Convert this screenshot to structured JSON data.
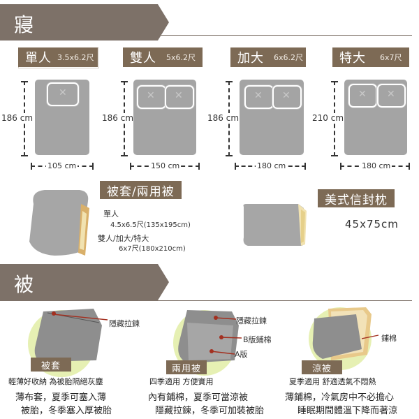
{
  "section1": {
    "title": "寢具尺寸表"
  },
  "beds": [
    {
      "name": "單人",
      "size": "3.5x6.2尺",
      "height": "186 cm",
      "width": "105 cm"
    },
    {
      "name": "雙人",
      "size": "5x6.2尺",
      "height": "186 cm",
      "width": "150 cm"
    },
    {
      "name": "加大",
      "size": "6x6.2尺",
      "height": "186 cm",
      "width": "180 cm"
    },
    {
      "name": "特大",
      "size": "6x7尺",
      "height": "210 cm",
      "width": "180 cm"
    }
  ],
  "duvet": {
    "title": "被套/兩用被",
    "line1": "單人",
    "line2": "4.5x6.5尺(135x195cm)",
    "line3": "雙人/加大/特大",
    "line4": "6x7尺(180x210cm)"
  },
  "pillowcase": {
    "title": "美式信封枕",
    "size": "45x75cm"
  },
  "section2": {
    "title": "被類小常識"
  },
  "types": [
    {
      "caption": "被套",
      "annotations": [
        "隱藏拉鍊"
      ],
      "desc": "輕薄好收納 為被胎隔絕灰塵",
      "lines": [
        "薄布套，夏季可塞入薄",
        "被胎，冬季塞入厚被胎"
      ]
    },
    {
      "caption": "兩用被",
      "annotations": [
        "隱藏拉鍊",
        "B版鋪棉",
        "A版"
      ],
      "desc": "四季適用 方便實用",
      "lines": [
        "內有鋪棉，夏季可當涼被",
        "隱藏拉鍊，冬季可加裝被胎"
      ]
    },
    {
      "caption": "涼被",
      "annotations": [
        "鋪棉"
      ],
      "desc": "夏季適用 舒適透氣不悶熱",
      "lines": [
        "薄鋪棉，冷氣房中不必擔心",
        "睡眠期間體溫下降而著涼"
      ]
    }
  ]
}
